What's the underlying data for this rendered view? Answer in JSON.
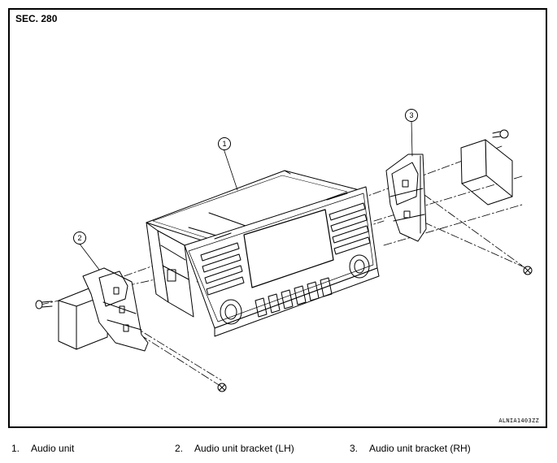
{
  "section_label": "SEC. 280",
  "reference_code": "ALNIA1403ZZ",
  "callouts": [
    {
      "number": "1"
    },
    {
      "number": "2"
    },
    {
      "number": "3"
    }
  ],
  "legend": [
    {
      "number": "1.",
      "label": "Audio unit"
    },
    {
      "number": "2.",
      "label": "Audio unit bracket (LH)"
    },
    {
      "number": "3.",
      "label": "Audio unit bracket (RH)"
    }
  ]
}
